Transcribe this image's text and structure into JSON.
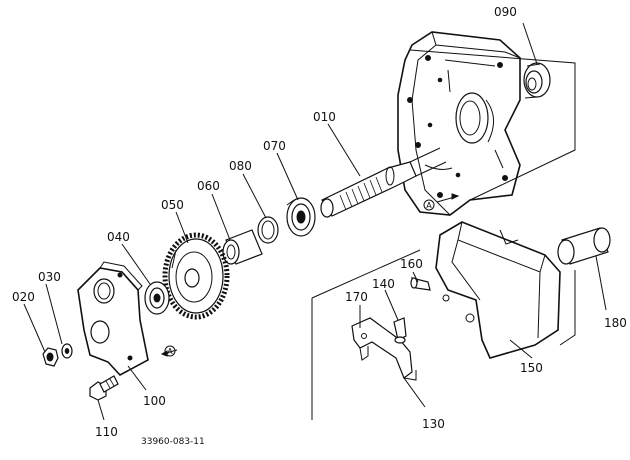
{
  "drawing_number": "33960-083-11",
  "reference_mark": "A",
  "parts": [
    {
      "key": "p010",
      "label": "010"
    },
    {
      "key": "p020",
      "label": "020"
    },
    {
      "key": "p030",
      "label": "030"
    },
    {
      "key": "p040",
      "label": "040"
    },
    {
      "key": "p050",
      "label": "050"
    },
    {
      "key": "p060",
      "label": "060"
    },
    {
      "key": "p070",
      "label": "070"
    },
    {
      "key": "p080",
      "label": "080"
    },
    {
      "key": "p090",
      "label": "090"
    },
    {
      "key": "p100",
      "label": "100"
    },
    {
      "key": "p110",
      "label": "110"
    },
    {
      "key": "p130",
      "label": "130"
    },
    {
      "key": "p140",
      "label": "140"
    },
    {
      "key": "p150",
      "label": "150"
    },
    {
      "key": "p160",
      "label": "160"
    },
    {
      "key": "p170",
      "label": "170"
    },
    {
      "key": "p180",
      "label": "180"
    }
  ]
}
